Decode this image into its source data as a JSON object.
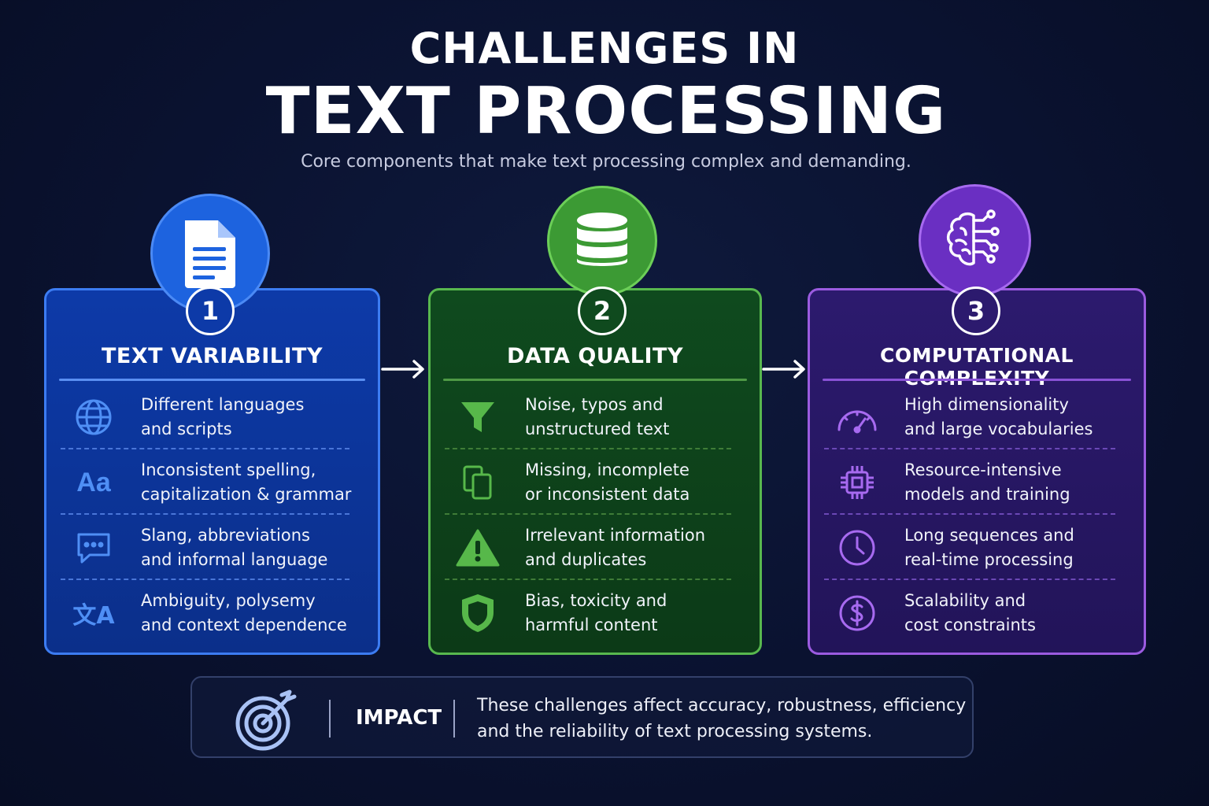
{
  "header": {
    "title_line1": "CHALLENGES IN",
    "title_line2": "TEXT PROCESSING",
    "subtitle": "Core components that make text processing complex and demanding."
  },
  "cards": [
    {
      "number": "1",
      "title": "TEXT VARIABILITY",
      "icon": "document-icon",
      "color": "#1d63df",
      "items": [
        {
          "icon": "globe-icon",
          "line1": "Different languages",
          "line2": "and scripts"
        },
        {
          "icon": "letter-case-icon",
          "icon_text": "Aa",
          "line1": "Inconsistent spelling,",
          "line2": "capitalization & grammar"
        },
        {
          "icon": "chat-bubble-icon",
          "line1": "Slang, abbreviations",
          "line2": "and informal language"
        },
        {
          "icon": "translate-icon",
          "icon_text": "文A",
          "line1": "Ambiguity, polysemy",
          "line2": "and context dependence"
        }
      ]
    },
    {
      "number": "2",
      "title": "DATA QUALITY",
      "icon": "database-icon",
      "color": "#3c9a34",
      "items": [
        {
          "icon": "filter-icon",
          "line1": "Noise, typos and",
          "line2": "unstructured text"
        },
        {
          "icon": "copy-icon",
          "line1": "Missing, incomplete",
          "line2": "or inconsistent data"
        },
        {
          "icon": "warning-icon",
          "line1": "Irrelevant information",
          "line2": "and duplicates"
        },
        {
          "icon": "shield-icon",
          "line1": "Bias, toxicity and",
          "line2": "harmful content"
        }
      ]
    },
    {
      "number": "3",
      "title": "COMPUTATIONAL COMPLEXITY",
      "icon": "brain-circuit-icon",
      "color": "#6a2fc2",
      "items": [
        {
          "icon": "gauge-icon",
          "line1": "High dimensionality",
          "line2": "and large vocabularies"
        },
        {
          "icon": "chip-icon",
          "line1": "Resource-intensive",
          "line2": "models and training"
        },
        {
          "icon": "clock-icon",
          "line1": "Long sequences and",
          "line2": "real-time processing"
        },
        {
          "icon": "dollar-icon",
          "line1": "Scalability and",
          "line2": "cost constraints"
        }
      ]
    }
  ],
  "impact": {
    "label": "IMPACT",
    "icon": "target-icon",
    "line1": "These challenges affect accuracy, robustness, efficiency",
    "line2": "and the reliability of text processing systems."
  }
}
